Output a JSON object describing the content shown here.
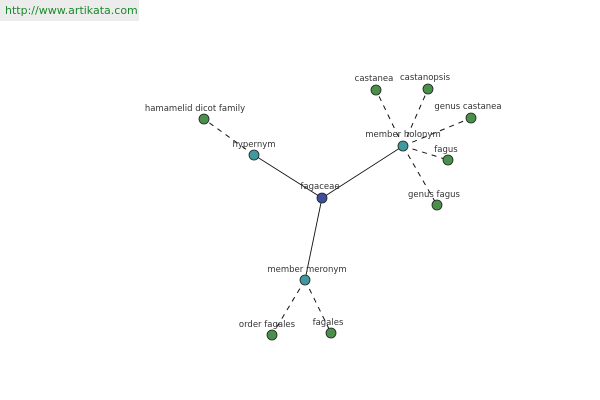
{
  "header": {
    "source_link": "http://www.artikata.com"
  },
  "colors": {
    "center_node": "#3d4f9c",
    "relation_node": "#3f9aa0",
    "leaf_node": "#4a8f4a",
    "edge": "#111111",
    "label": "#333333",
    "link": "#1a8a2a"
  },
  "graph": {
    "center": {
      "id": "fagaceae",
      "label": "fagaceae"
    },
    "relations": [
      {
        "id": "hypernym",
        "label": "hypernym"
      },
      {
        "id": "member-holonym",
        "label": "member holonym"
      },
      {
        "id": "member-meronym",
        "label": "member meronym"
      }
    ],
    "leaves": [
      {
        "id": "hamamelid-dicot-family",
        "label": "hamamelid dicot family",
        "relation": "hypernym"
      },
      {
        "id": "castanea",
        "label": "castanea",
        "relation": "member-holonym"
      },
      {
        "id": "castanopsis",
        "label": "castanopsis",
        "relation": "member-holonym"
      },
      {
        "id": "genus-castanea",
        "label": "genus castanea",
        "relation": "member-holonym"
      },
      {
        "id": "fagus",
        "label": "fagus",
        "relation": "member-holonym"
      },
      {
        "id": "genus-fagus",
        "label": "genus fagus",
        "relation": "member-holonym"
      },
      {
        "id": "order-fagales",
        "label": "order fagales",
        "relation": "member-meronym"
      },
      {
        "id": "fagales",
        "label": "fagales",
        "relation": "member-meronym"
      }
    ]
  }
}
